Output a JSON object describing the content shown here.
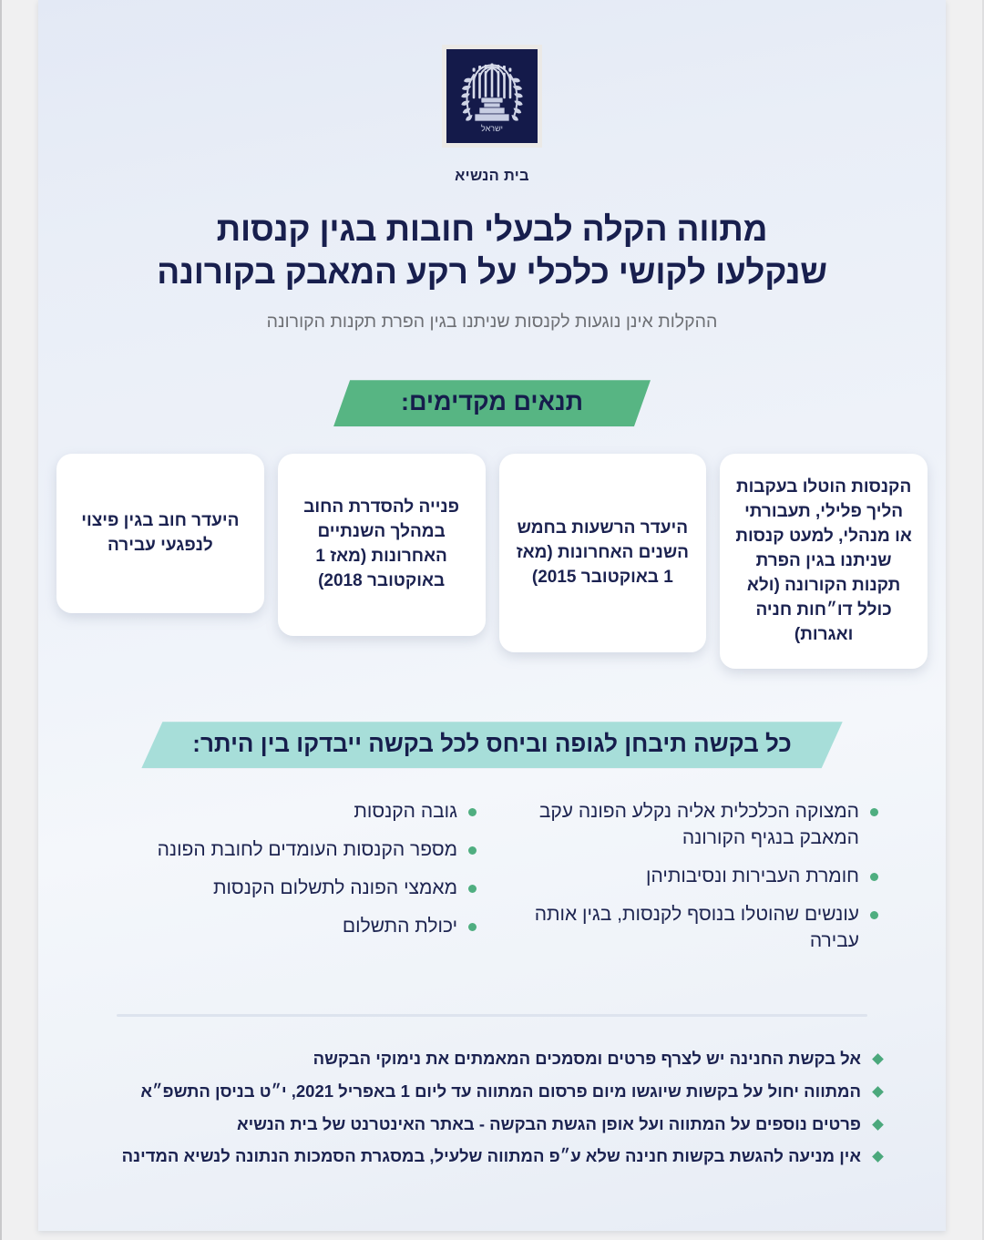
{
  "colors": {
    "navy": "#181f4e",
    "green_banner": "#57b583",
    "teal_banner": "#a7ded9",
    "bullet_green": "#4fae80",
    "diamond_green": "#4ba87c",
    "subtitle_gray": "#6d6f74",
    "emblem_navy": "#141a4a",
    "page_bg": "#eef2f9"
  },
  "header": {
    "emblem_icon": "israel-state-emblem-menorah-icon",
    "org_name": "בית הנשיא",
    "title_line1": "מתווה הקלה לבעלי חובות בגין קנסות",
    "title_line2": "שנקלעו לקושי כלכלי על רקע המאבק בקורונה",
    "subtitle": "ההקלות אינן נוגעות לקנסות שניתנו בגין הפרת תקנות הקורונה"
  },
  "preconditions": {
    "banner_label": "תנאים מקדימים:",
    "cards": [
      {
        "text": "הקנסות הוטלו בעקבות הליך פלילי, תעבורתי או מנהלי, למעט קנסות שניתנו בגין הפרת תקנות הקורונה (ולא כולל דו״חות חניה ואגרות)"
      },
      {
        "text": "היעדר הרשעות בחמש השנים האחרונות (מאז 1 באוקטובר 2015)"
      },
      {
        "text": "פנייה להסדרת החוב במהלך השנתיים האחרונות (מאז 1 באוקטובר 2018)"
      },
      {
        "text": "היעדר חוב בגין פיצוי לנפגעי עבירה"
      }
    ]
  },
  "criteria": {
    "banner_label": "כל בקשה תיבחן לגופה וביחס לכל בקשה ייבדקו בין היתר:",
    "right_column": [
      "המצוקה הכלכלית אליה נקלע הפונה עקב המאבק בנגיף הקורונה",
      "חומרת העבירות ונסיבותיהן",
      "עונשים שהוטלו בנוסף לקנסות, בגין אותה עבירה"
    ],
    "left_column": [
      "גובה הקנסות",
      "מספר הקנסות העומדים לחובת הפונה",
      "מאמצי הפונה לתשלום הקנסות",
      "יכולת התשלום"
    ]
  },
  "notes": [
    "אל בקשת החנינה יש לצרף פרטים ומסמכים המאמתים את נימוקי הבקשה",
    "המתווה יחול על בקשות שיוגשו מיום פרסום המתווה עד ליום 1 באפריל 2021, י״ט בניסן התשפ״א",
    "פרטים נוספים על המתווה ועל אופן הגשת הבקשה - באתר האינטרנט של בית הנשיא",
    "אין מניעה להגשת בקשות חנינה שלא ע״פ המתווה שלעיל, במסגרת הסמכות הנתונה לנשיא המדינה"
  ]
}
